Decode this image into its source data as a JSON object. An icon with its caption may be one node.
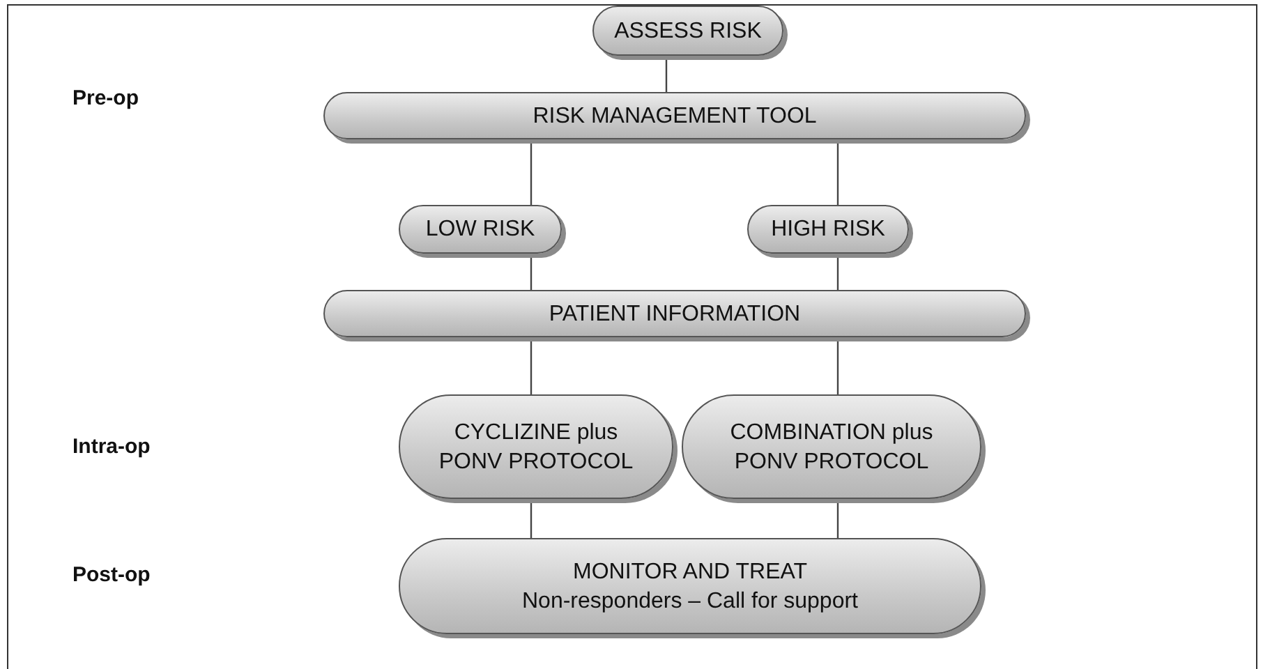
{
  "diagram": {
    "nodes": [
      {
        "text": [
          "ASSESS RISK"
        ]
      },
      {
        "text": [
          "RISK MANAGEMENT TOOL"
        ]
      },
      {
        "text": [
          "LOW RISK"
        ]
      },
      {
        "text": [
          "HIGH RISK"
        ]
      },
      {
        "text": [
          "PATIENT INFORMATION"
        ]
      },
      {
        "text": [
          "CYCLIZINE plus PONV PROTOCOL"
        ]
      },
      {
        "text": [
          "COMBINATION plus PONV PROTOCOL"
        ]
      },
      {
        "text": [
          "MONITOR AND TREAT",
          "Non-responders – Call for support"
        ]
      }
    ],
    "edges": [
      {
        "from": 0,
        "to": 1,
        "arrow": "none"
      },
      {
        "from": 1,
        "to": 2,
        "arrow": "none"
      },
      {
        "from": 1,
        "to": 3,
        "arrow": "none"
      },
      {
        "from": 2,
        "to": 4,
        "arrow": "none"
      },
      {
        "from": 3,
        "to": 4,
        "arrow": "none"
      },
      {
        "from": 4,
        "to": 5,
        "arrow": "none"
      },
      {
        "from": 4,
        "to": 6,
        "arrow": "none"
      },
      {
        "from": 5,
        "to": 7,
        "arrow": "none"
      },
      {
        "from": 6,
        "to": 7,
        "arrow": "none"
      }
    ],
    "labels": [
      "Pre-op",
      "Intra-op",
      "Post-op"
    ]
  }
}
